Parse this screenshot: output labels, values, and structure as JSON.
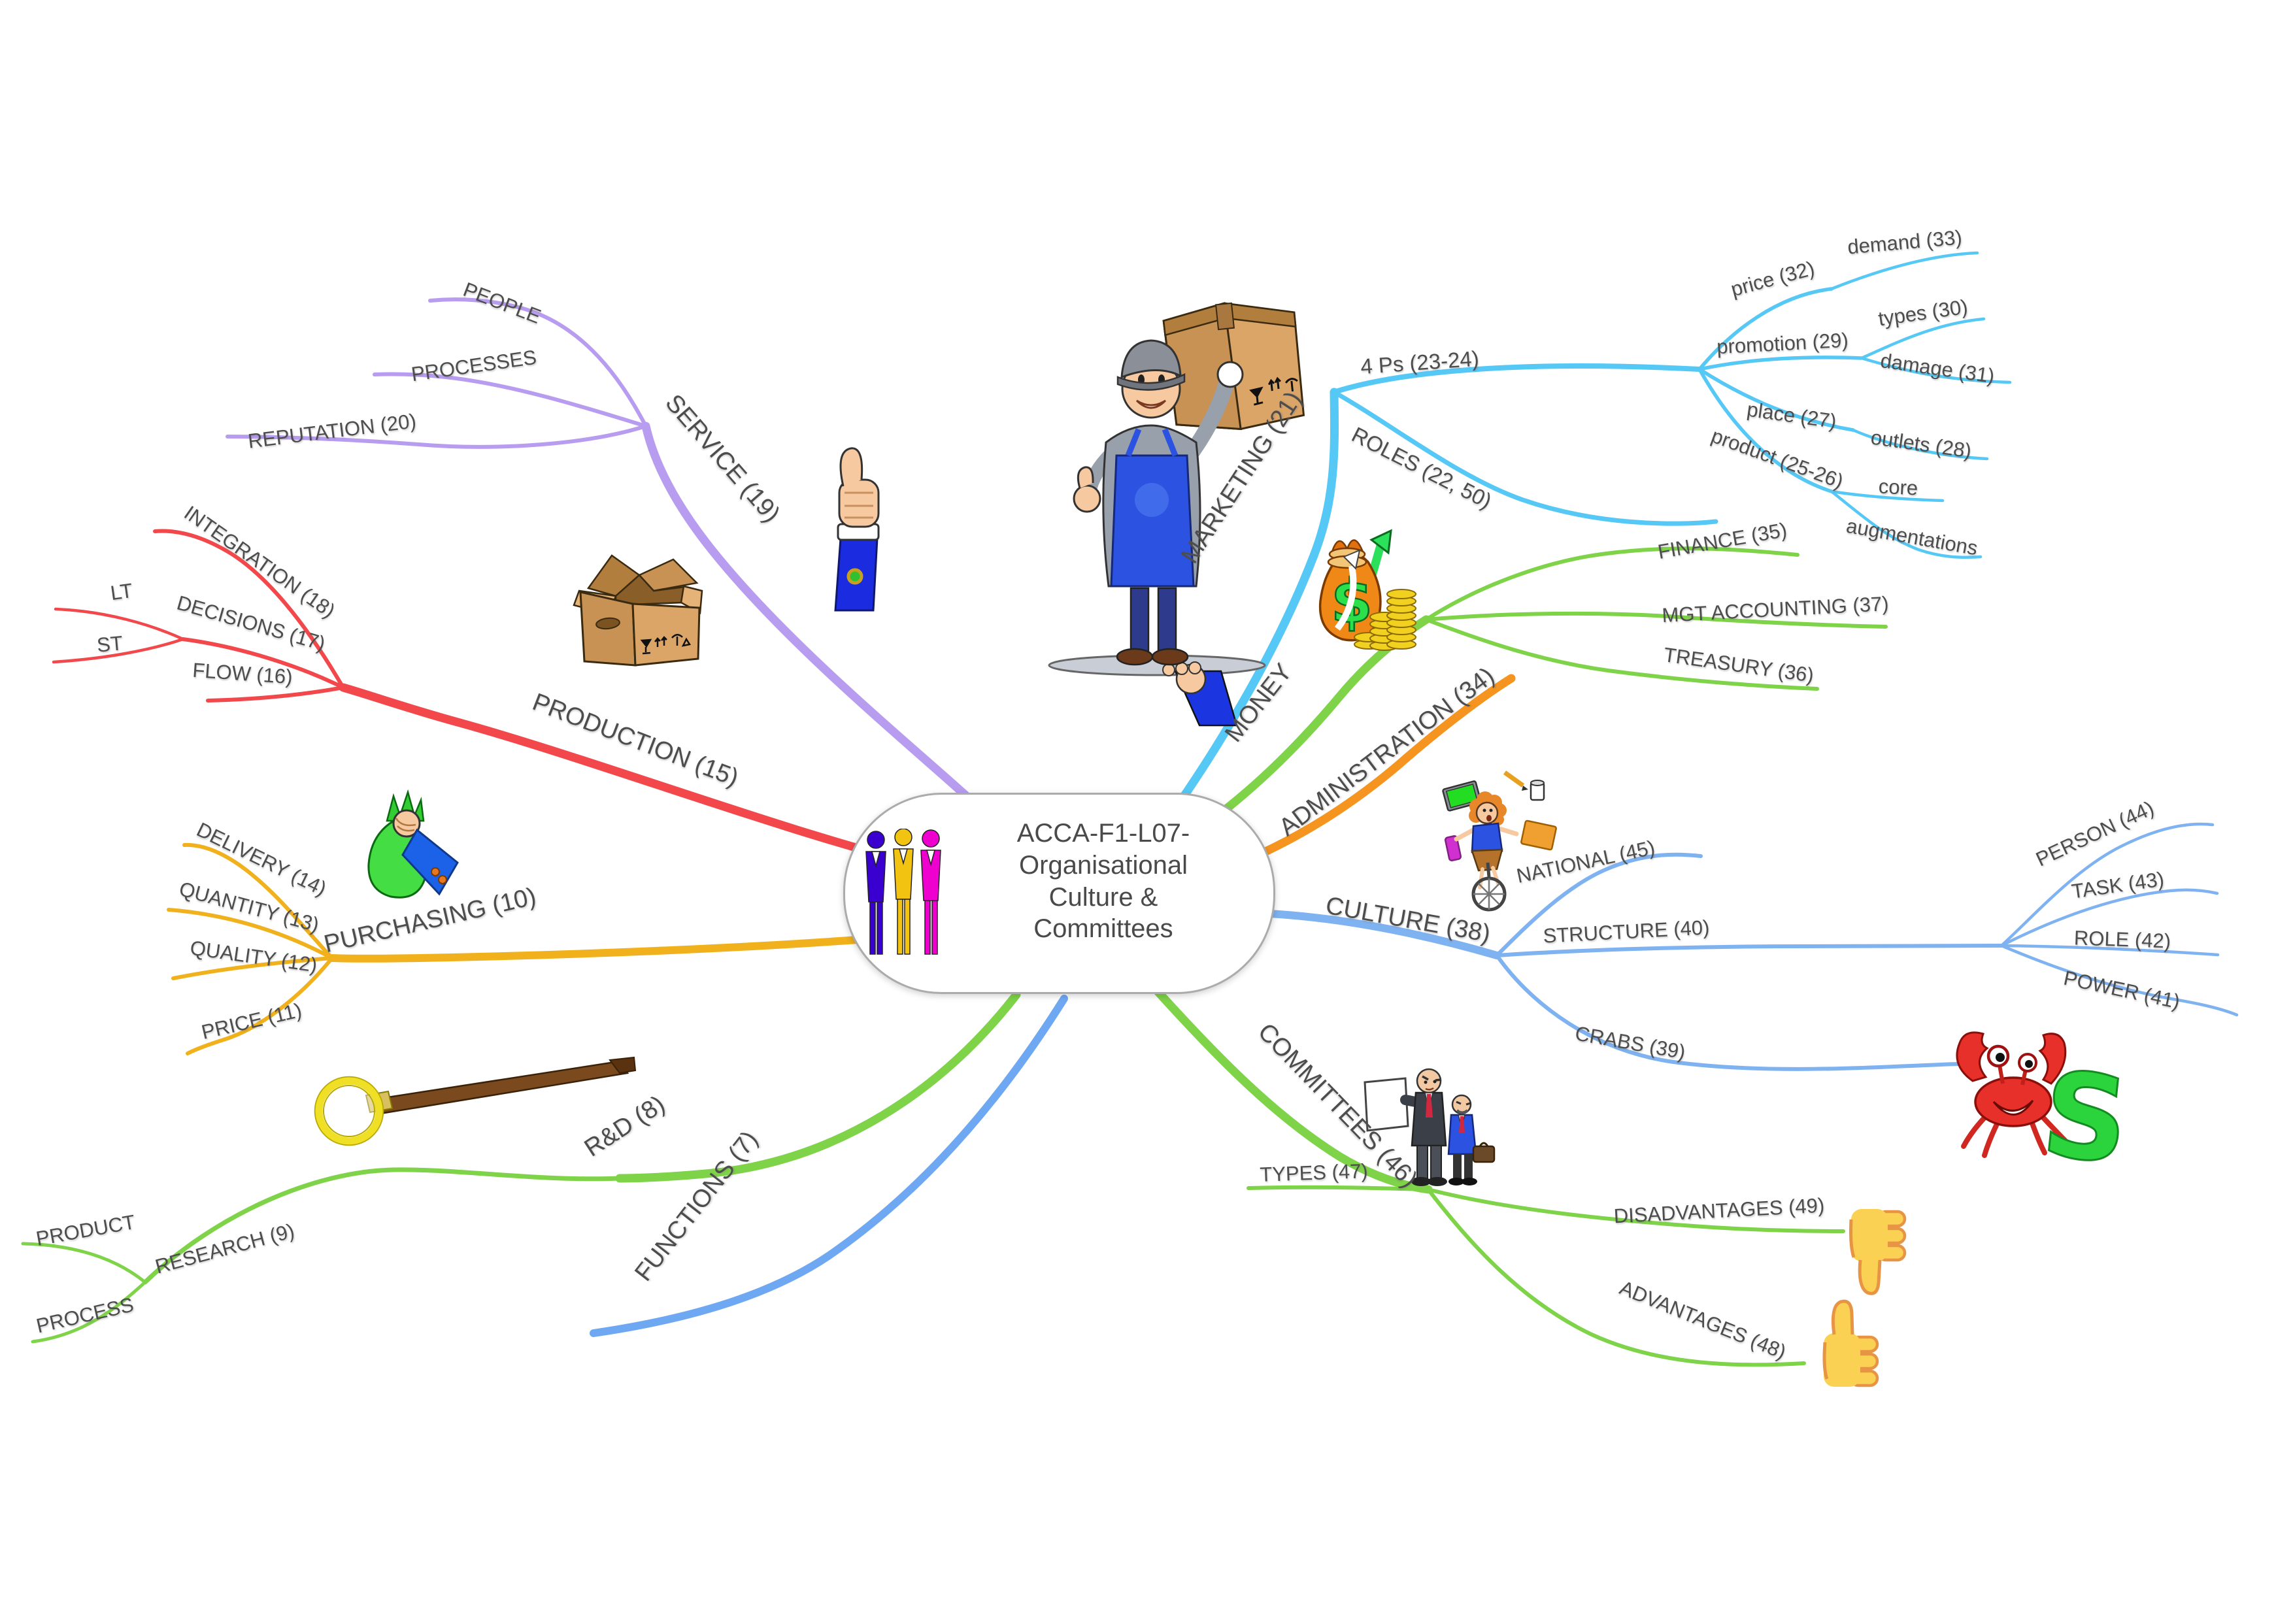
{
  "central": {
    "title": "ACCA-F1-L07-\nOrganisational\nCulture &\nCommittees"
  },
  "labels": {
    "service": "SERVICE (19)",
    "people": "PEOPLE",
    "processes": "PROCESSES",
    "reputation": "REPUTATION (20)",
    "production": "PRODUCTION (15)",
    "integration": "INTEGRATION (18)",
    "decisions": "DECISIONS (17)",
    "lt": "LT",
    "st": "ST",
    "flow": "FLOW (16)",
    "purchasing": "PURCHASING (10)",
    "delivery": "DELIVERY (14)",
    "quantity": "QUANTITY (13)",
    "quality": "QUALITY (12)",
    "price_purchasing": "PRICE (11)",
    "rnd": "R&D (8)",
    "research": "RESEARCH (9)",
    "product_research": "PRODUCT",
    "process_research": "PROCESS",
    "functions": "FUNCTIONS (7)",
    "marketing": "MARKETING (21)",
    "four_ps": "4 Ps (23-24)",
    "roles": "ROLES (22, 50)",
    "price_marketing": "price (32)",
    "demand": "demand (33)",
    "promotion": "promotion (29)",
    "types_marketing": "types (30)",
    "damage": "damage (31)",
    "place": "place (27)",
    "outlets": "outlets (28)",
    "product_marketing": "product (25-26)",
    "core": "core",
    "augmentations": "augmentations",
    "money": "MONEY",
    "finance": "FINANCE (35)",
    "mgt_accounting": "MGT ACCOUNTING (37)",
    "treasury": "TREASURY (36)",
    "administration": "ADMINISTRATION (34)",
    "culture": "CULTURE (38)",
    "national": "NATIONAL (45)",
    "structure": "STRUCTURE (40)",
    "person": "PERSON (44)",
    "task": "TASK (43)",
    "role": "ROLE (42)",
    "power": "POWER (41)",
    "crabs": "CRABS (39)",
    "committees": "COMMITTEES (46)",
    "types_committees": "TYPES (47)",
    "disadvantages": "DISADVANTAGES (49)",
    "advantages": "ADVANTAGES (48)"
  },
  "colors": {
    "service_purple": "#B79CEF",
    "production_red": "#F2484B",
    "purchasing_gold": "#F0B11C",
    "green_branches": "#7ED348",
    "functions_blue": "#6FA8F2",
    "marketing_lightblue": "#55C8F5",
    "administration_orange": "#F5941F",
    "culture_blue": "#7FB2F0",
    "text": "#4D4D4D",
    "node_border": "#ABABAB"
  },
  "cliparts": [
    "delivery-man-with-box",
    "thumbs-up-blue-sleeve",
    "open-cardboard-box",
    "hand-holding-green-money-bag",
    "magnifying-glass",
    "money-bag-coins-arrow",
    "juggling-woman-unicycle",
    "two-businessmen-with-paper",
    "crab-with-dollar",
    "thumbs-down-emoji",
    "thumbs-up-emoji",
    "three-people-silhouettes"
  ]
}
